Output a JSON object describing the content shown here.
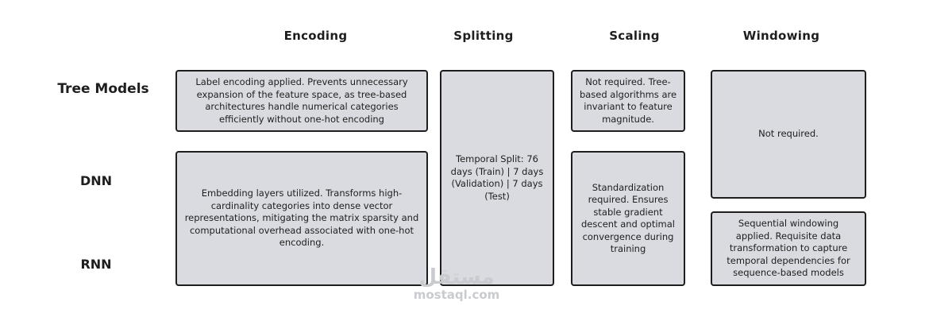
{
  "columns": [
    "Encoding",
    "Splitting",
    "Scaling",
    "Windowing"
  ],
  "rows": [
    "Tree Models",
    "DNN",
    "RNN"
  ],
  "cells": {
    "encoding_tree": "Label encoding applied. Prevents unnecessary expansion of the feature space, as tree-based architectures handle numerical categories efficiently without one-hot encoding",
    "encoding_dnn_rnn": "Embedding layers utilized. Transforms high-cardinality categories into dense vector representations, mitigating the matrix sparsity and computational overhead associated with one-hot encoding.",
    "splitting_all": "Temporal Split: 76 days (Train) | 7 days (Validation) | 7 days (Test)",
    "scaling_tree": "Not required. Tree-based algorithms are invariant to feature magnitude.",
    "scaling_dnn_rnn": "Standardization required. Ensures stable gradient descent and optimal convergence during training",
    "windowing_tree_dnn": "Not required.",
    "windowing_rnn": "Sequential windowing applied. Requisite data transformation to capture temporal dependencies for sequence-based models"
  },
  "watermark": {
    "arabic": "مستقل",
    "latin": "mostaql.com"
  }
}
